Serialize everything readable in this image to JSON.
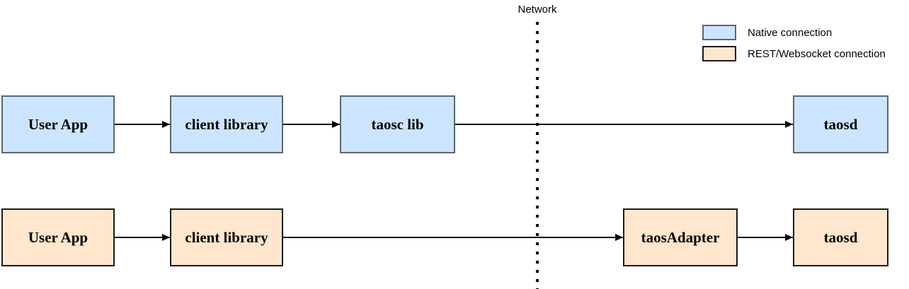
{
  "network": {
    "label": "Network"
  },
  "legend": {
    "items": [
      {
        "label": "Native connection",
        "color": "#cce5ff",
        "border_color": "#5c6670"
      },
      {
        "label": "REST/Websocket connection",
        "color": "#ffe6cc",
        "border_color": "#1a1a1a"
      }
    ]
  },
  "rows": {
    "native": {
      "connection_type": "Native connection",
      "fill_color": "#cce5ff",
      "border_color": "#5c6670",
      "nodes": [
        {
          "label": "User App"
        },
        {
          "label": "client library"
        },
        {
          "label": "taosc lib"
        },
        {
          "label": "taosd"
        }
      ]
    },
    "rest": {
      "connection_type": "REST/Websocket connection",
      "fill_color": "#ffe6cc",
      "border_color": "#1a1a1a",
      "nodes": [
        {
          "label": "User App"
        },
        {
          "label": "client library"
        },
        {
          "label": "taosAdapter"
        },
        {
          "label": "taosd"
        }
      ]
    }
  },
  "colors": {
    "arrow": "#000000",
    "background": "#ffffff",
    "text": "#000000"
  }
}
